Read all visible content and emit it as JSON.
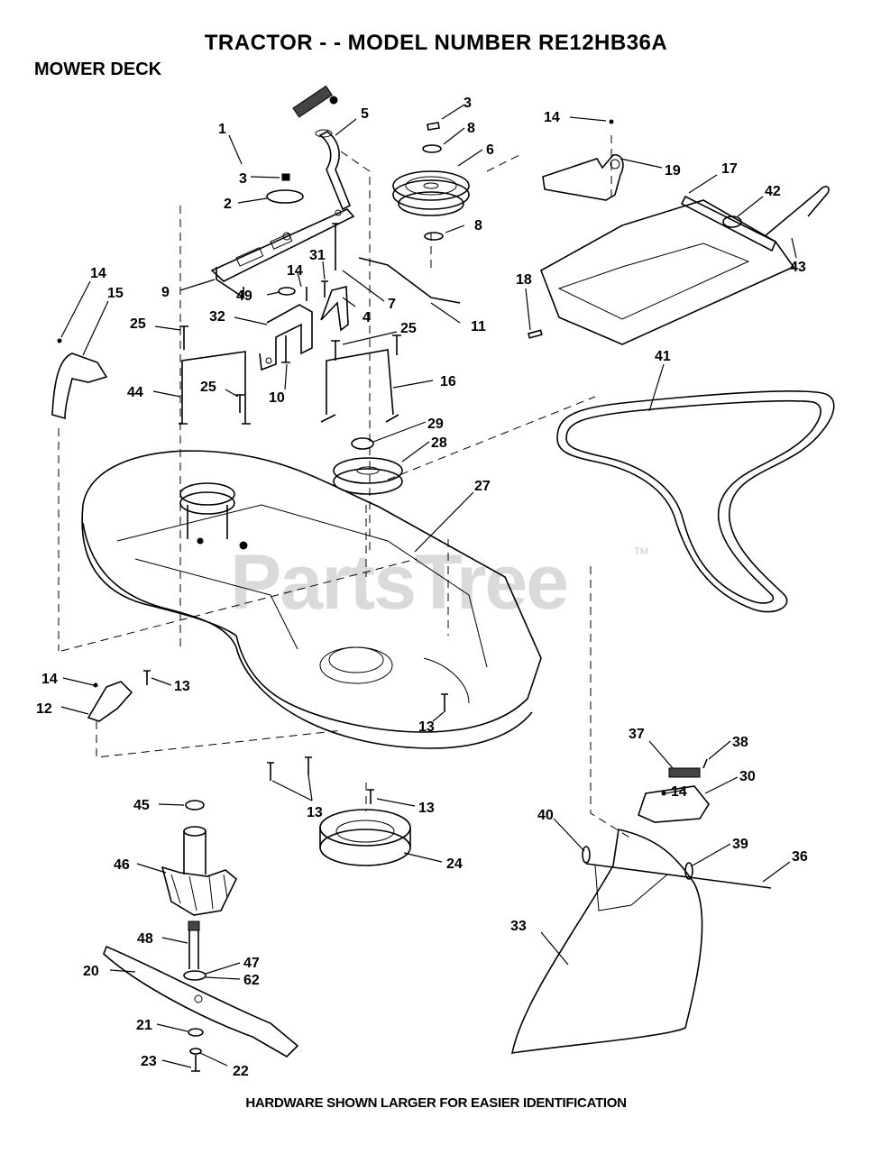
{
  "header": {
    "title": "TRACTOR - - MODEL NUMBER RE12HB36A",
    "section": "MOWER DECK"
  },
  "watermark": {
    "text": "PartsTree",
    "tm": "TM"
  },
  "footer": {
    "note": "HARDWARE SHOWN LARGER FOR EASIER IDENTIFICATION"
  },
  "callouts": [
    {
      "id": "c1",
      "label": "1"
    },
    {
      "id": "c2",
      "label": "2"
    },
    {
      "id": "c3a",
      "label": "3"
    },
    {
      "id": "c3b",
      "label": "3"
    },
    {
      "id": "c4",
      "label": "4"
    },
    {
      "id": "c5",
      "label": "5"
    },
    {
      "id": "c6",
      "label": "6"
    },
    {
      "id": "c7",
      "label": "7"
    },
    {
      "id": "c8a",
      "label": "8"
    },
    {
      "id": "c8b",
      "label": "8"
    },
    {
      "id": "c9",
      "label": "9"
    },
    {
      "id": "c10",
      "label": "10"
    },
    {
      "id": "c11",
      "label": "11"
    },
    {
      "id": "c12",
      "label": "12"
    },
    {
      "id": "c13a",
      "label": "13"
    },
    {
      "id": "c13b",
      "label": "13"
    },
    {
      "id": "c13c",
      "label": "13"
    },
    {
      "id": "c13d",
      "label": "13"
    },
    {
      "id": "c14a",
      "label": "14"
    },
    {
      "id": "c14b",
      "label": "14"
    },
    {
      "id": "c14c",
      "label": "14"
    },
    {
      "id": "c14d",
      "label": "14"
    },
    {
      "id": "c14e",
      "label": "14"
    },
    {
      "id": "c15",
      "label": "15"
    },
    {
      "id": "c16",
      "label": "16"
    },
    {
      "id": "c17",
      "label": "17"
    },
    {
      "id": "c18",
      "label": "18"
    },
    {
      "id": "c19",
      "label": "19"
    },
    {
      "id": "c20",
      "label": "20"
    },
    {
      "id": "c21",
      "label": "21"
    },
    {
      "id": "c22",
      "label": "22"
    },
    {
      "id": "c23",
      "label": "23"
    },
    {
      "id": "c24",
      "label": "24"
    },
    {
      "id": "c25a",
      "label": "25"
    },
    {
      "id": "c25b",
      "label": "25"
    },
    {
      "id": "c25c",
      "label": "25"
    },
    {
      "id": "c27",
      "label": "27"
    },
    {
      "id": "c28",
      "label": "28"
    },
    {
      "id": "c29",
      "label": "29"
    },
    {
      "id": "c30",
      "label": "30"
    },
    {
      "id": "c31",
      "label": "31"
    },
    {
      "id": "c32",
      "label": "32"
    },
    {
      "id": "c33",
      "label": "33"
    },
    {
      "id": "c36",
      "label": "36"
    },
    {
      "id": "c37",
      "label": "37"
    },
    {
      "id": "c38",
      "label": "38"
    },
    {
      "id": "c39",
      "label": "39"
    },
    {
      "id": "c40",
      "label": "40"
    },
    {
      "id": "c41",
      "label": "41"
    },
    {
      "id": "c42",
      "label": "42"
    },
    {
      "id": "c43",
      "label": "43"
    },
    {
      "id": "c44",
      "label": "44"
    },
    {
      "id": "c45",
      "label": "45"
    },
    {
      "id": "c46",
      "label": "46"
    },
    {
      "id": "c47",
      "label": "47"
    },
    {
      "id": "c48",
      "label": "48"
    },
    {
      "id": "c49",
      "label": "49"
    },
    {
      "id": "c62",
      "label": "62"
    }
  ]
}
